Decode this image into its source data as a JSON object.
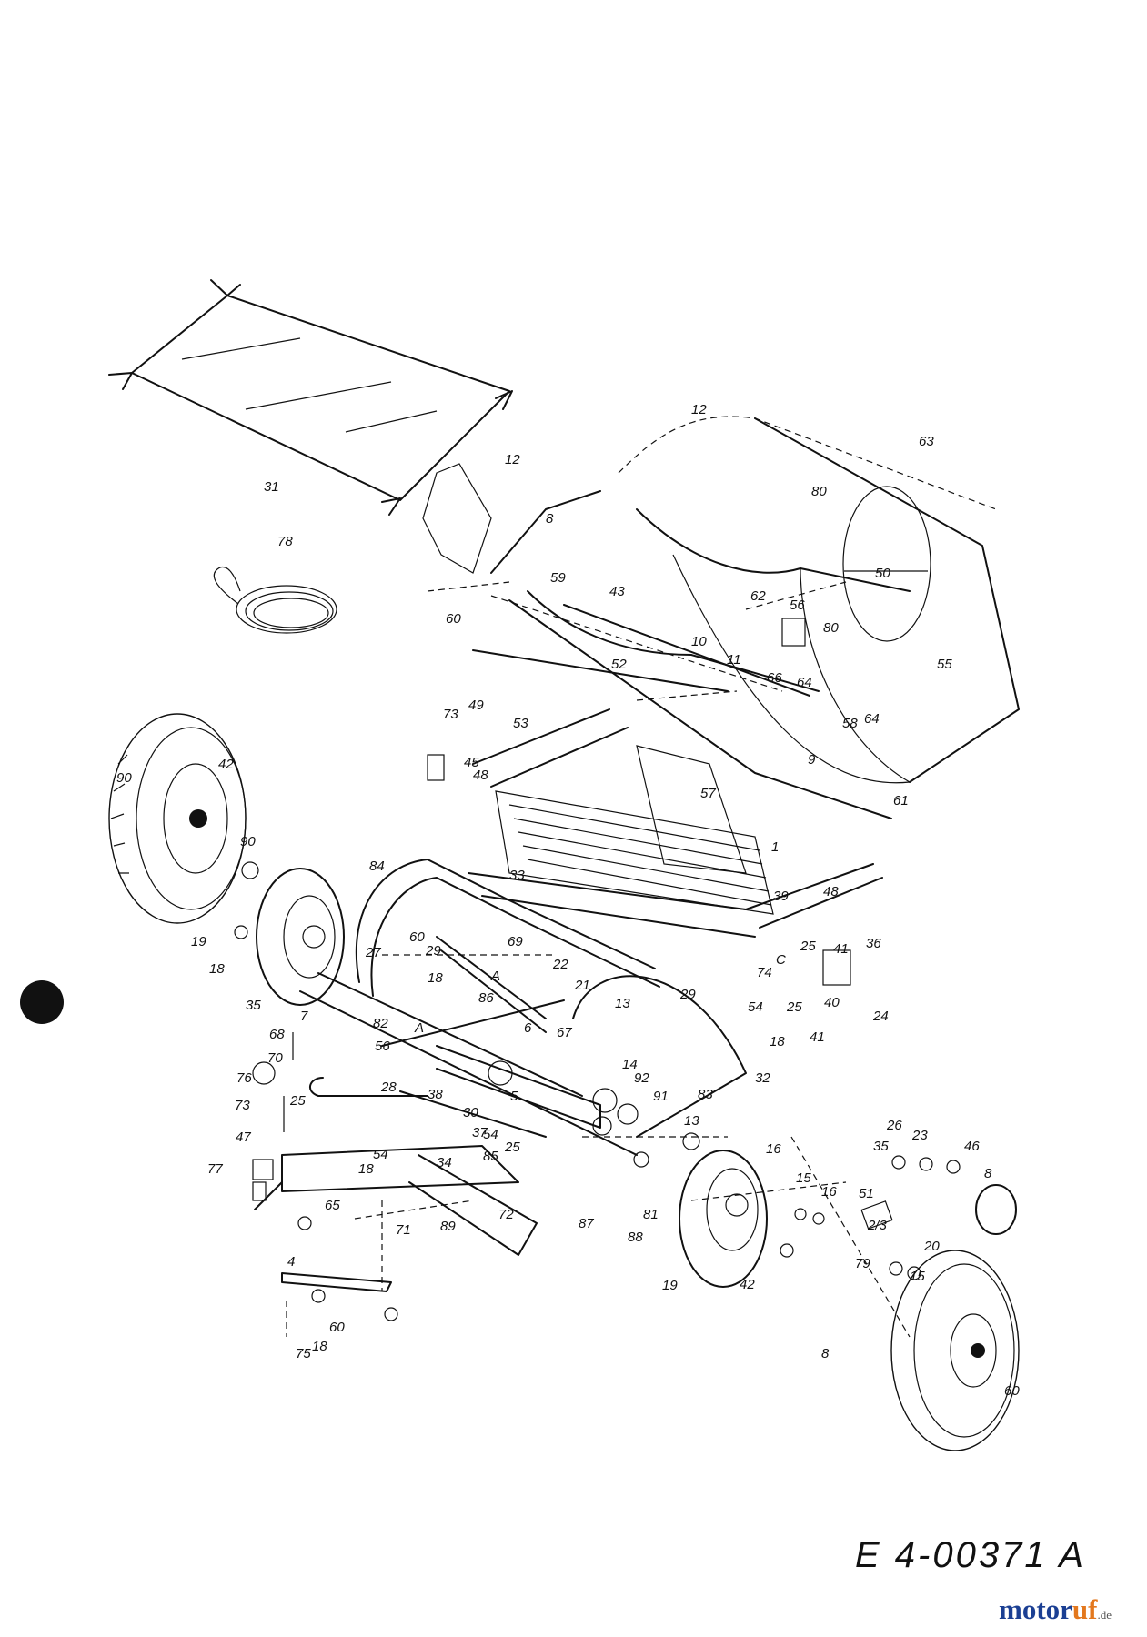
{
  "document_code": "E 4-00371 A",
  "watermark": {
    "name_a": "motor",
    "name_b": "uf",
    "tld": ".de"
  },
  "colors": {
    "ink": "#111111",
    "watermark_blue": "#1b3f93",
    "watermark_orange": "#e3781e"
  },
  "part_labels": [
    "31",
    "78",
    "12",
    "12",
    "8",
    "59",
    "60",
    "43",
    "10",
    "49",
    "62",
    "56",
    "66",
    "64",
    "80",
    "80",
    "50",
    "63",
    "55",
    "64",
    "58",
    "9",
    "61",
    "11",
    "52",
    "53",
    "48",
    "73",
    "45",
    "57",
    "1",
    "33",
    "39",
    "48",
    "90",
    "42",
    "90",
    "19",
    "18",
    "35",
    "84",
    "60",
    "29",
    "18",
    "27",
    "69",
    "A",
    "22",
    "21",
    "13",
    "29",
    "C",
    "74",
    "25",
    "41",
    "36",
    "25",
    "24",
    "40",
    "41",
    "54",
    "18",
    "86",
    "82",
    "7",
    "68",
    "70",
    "76",
    "73",
    "47",
    "77",
    "56",
    "A",
    "6",
    "67",
    "14",
    "92",
    "32",
    "83",
    "25",
    "28",
    "38",
    "30",
    "37",
    "54",
    "5",
    "91",
    "13",
    "65",
    "18",
    "54",
    "71",
    "34",
    "85",
    "25",
    "72",
    "87",
    "88",
    "81",
    "16",
    "15",
    "16",
    "51",
    "2/3",
    "79",
    "15",
    "20",
    "26",
    "23",
    "46",
    "8",
    "35",
    "19",
    "42",
    "8",
    "60",
    "75",
    "4",
    "89",
    "60",
    "18"
  ]
}
